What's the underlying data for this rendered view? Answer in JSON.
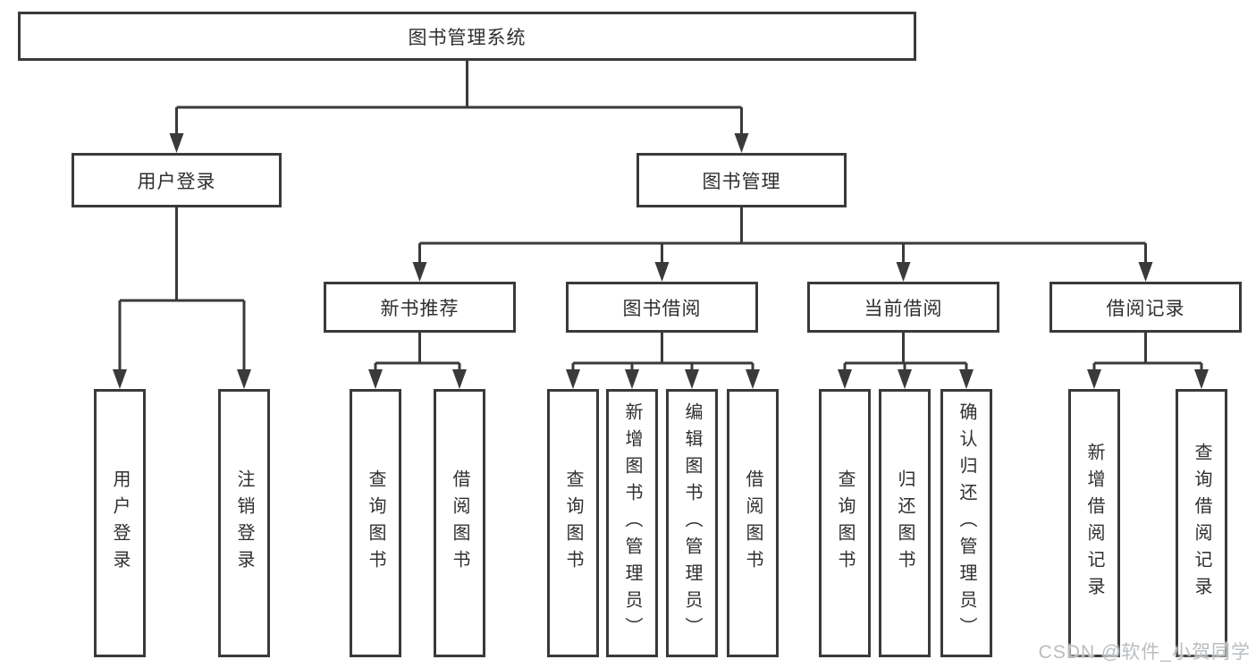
{
  "colors": {
    "line": "#3a3a3a",
    "box_border": "#3a3a3a",
    "box_background": "#ffffff",
    "text": "#2f2f2f",
    "watermark": "#b9bdc1"
  },
  "nodes": {
    "root": "图书管理系统",
    "user_login": "用户登录",
    "book_management": "图书管理",
    "new_book_recommend": "新书推荐",
    "book_borrowing": "图书借阅",
    "current_borrowing": "当前借阅",
    "borrowing_records": "借阅记录",
    "leaf_user_login": "用户登录",
    "leaf_logout": "注销登录",
    "nb_query_books": "查询图书",
    "nb_borrow_books": "借阅图书",
    "bb_query_books": "查询图书",
    "bb_add_books_admin": "新增图书（管理员）",
    "bb_edit_books_admin": "编辑图书（管理员）",
    "bb_borrow_books": "借阅图书",
    "cb_query_books": "查询图书",
    "cb_return_books": "归还图书",
    "cb_confirm_return_admin": "确认归还（管理员）",
    "br_add_record": "新增借阅记录",
    "br_query_record": "查询借阅记录"
  },
  "watermark": "CSDN @软件_小贺同学"
}
